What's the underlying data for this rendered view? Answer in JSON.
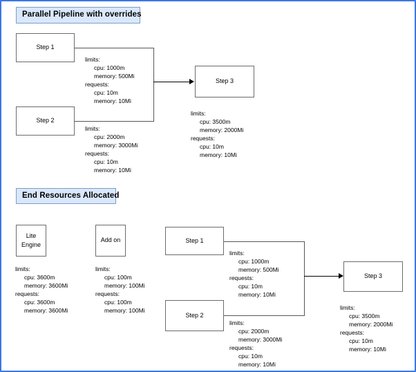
{
  "page": {
    "border_color": "#3b78e7",
    "background": "#ffffff"
  },
  "sections": {
    "top": {
      "badge": {
        "label": "Parallel Pipeline with  overrides",
        "bg": "#dae8fc",
        "border": "#7e9cc6"
      },
      "nodes": {
        "step1": {
          "label": "Step 1"
        },
        "step2": {
          "label": "Step 2"
        },
        "step3": {
          "label": "Step 3"
        }
      },
      "resources": {
        "step1": {
          "limits_head": "limits:",
          "limits_cpu": "cpu: 1000m",
          "limits_memory": "memory: 500Mi",
          "requests_head": "requests:",
          "requests_cpu": "cpu: 10m",
          "requests_memory": "memory: 10Mi"
        },
        "step2": {
          "limits_head": "limits:",
          "limits_cpu": "cpu: 2000m",
          "limits_memory": "memory: 3000Mi",
          "requests_head": "requests:",
          "requests_cpu": "cpu: 10m",
          "requests_memory": "memory: 10Mi"
        },
        "step3": {
          "limits_head": "limits:",
          "limits_cpu": "cpu: 3500m",
          "limits_memory": "memory: 2000Mi",
          "requests_head": "requests:",
          "requests_cpu": "cpu: 10m",
          "requests_memory": "memory: 10Mi"
        }
      }
    },
    "bottom": {
      "badge": {
        "label": "End Resources Allocated",
        "bg": "#dae8fc",
        "border": "#7e9cc6"
      },
      "nodes": {
        "lite_engine": {
          "label": "Lite\nEngine"
        },
        "add_on": {
          "label": "Add on"
        },
        "step1": {
          "label": "Step 1"
        },
        "step2": {
          "label": "Step 2"
        },
        "step3": {
          "label": "Step 3"
        }
      },
      "resources": {
        "lite_engine": {
          "limits_head": "limits:",
          "limits_cpu": "cpu: 3600m",
          "limits_memory": "memory: 3600Mi",
          "requests_head": "requests:",
          "requests_cpu": "cpu: 3600m",
          "requests_memory": "memory: 3600Mi"
        },
        "add_on": {
          "limits_head": "limits:",
          "limits_cpu": "cpu: 100m",
          "limits_memory": "memory: 100Mi",
          "requests_head": "requests:",
          "requests_cpu": "cpu: 100m",
          "requests_memory": "memory: 100Mi"
        },
        "step1": {
          "limits_head": "limits:",
          "limits_cpu": "cpu: 1000m",
          "limits_memory": "memory: 500Mi",
          "requests_head": "requests:",
          "requests_cpu": "cpu: 10m",
          "requests_memory": "memory: 10Mi"
        },
        "step2": {
          "limits_head": "limits:",
          "limits_cpu": "cpu: 2000m",
          "limits_memory": "memory: 3000Mi",
          "requests_head": "requests:",
          "requests_cpu": "cpu: 10m",
          "requests_memory": "memory: 10Mi"
        },
        "step3": {
          "limits_head": "limits:",
          "limits_cpu": "cpu: 3500m",
          "limits_memory": "memory: 2000Mi",
          "requests_head": "requests:",
          "requests_cpu": "cpu: 10m",
          "requests_memory": "memory: 10Mi"
        }
      }
    }
  }
}
